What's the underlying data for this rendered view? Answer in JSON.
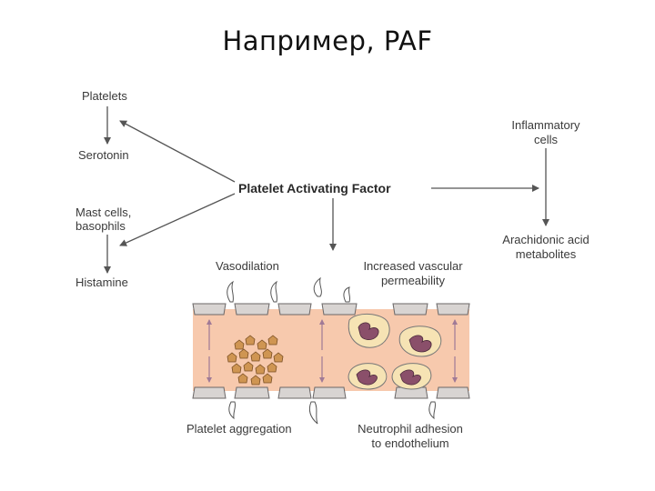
{
  "slide": {
    "title": "Например, PAF"
  },
  "labels": {
    "platelets": "Platelets",
    "serotonin": "Serotonin",
    "mast_cells": "Mast cells,",
    "basophils": "basophils",
    "histamine": "Histamine",
    "paf": "Platelet Activating Factor",
    "inflammatory_1": "Inflammatory",
    "inflammatory_2": "cells",
    "arachidonic_1": "Arachidonic acid",
    "arachidonic_2": "metabolites",
    "vasodilation": "Vasodilation",
    "permeability_1": "Increased vascular",
    "permeability_2": "permeability",
    "platelet_aggregation": "Platelet aggregation",
    "neutrophil_1": "Neutrophil adhesion",
    "neutrophil_2": "to endothelium"
  },
  "colors": {
    "vessel_lumen": "#f7c9ad",
    "endothelium": "#d8d4d2",
    "platelet": "#cf9552",
    "neutrophil_cytoplasm": "#f6e3b4",
    "neutrophil_nucleus": "#8a4f6a",
    "arrow": "#555555"
  }
}
